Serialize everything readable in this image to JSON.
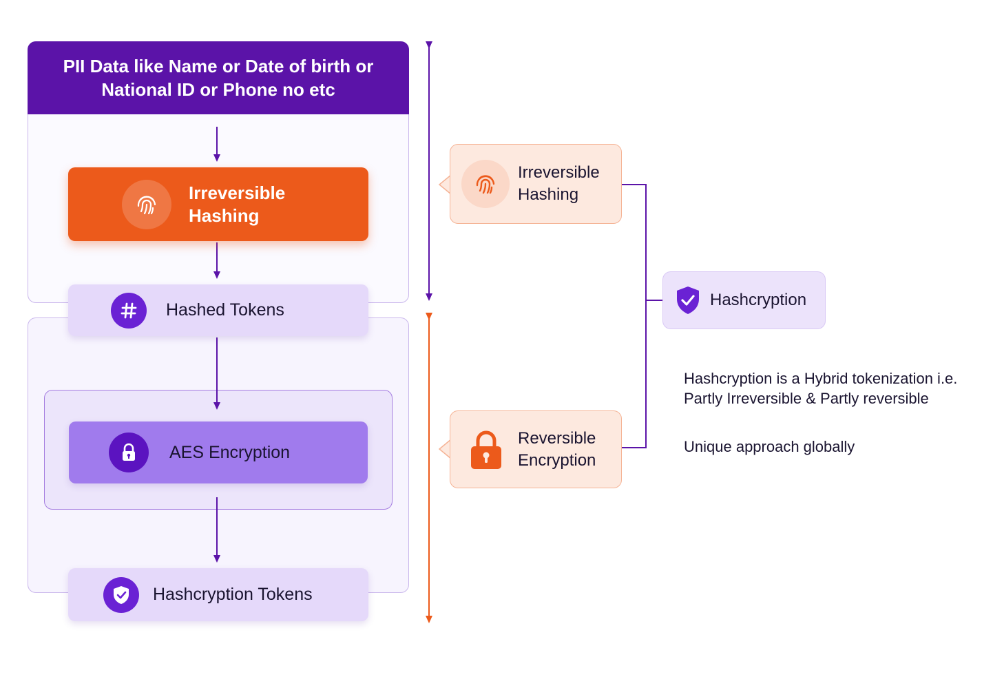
{
  "header": {
    "line1": "PII Data like Name or Date of birth or",
    "line2": "National ID or Phone no etc"
  },
  "flow": {
    "hashing": {
      "line1": "Irreversible",
      "line2": "Hashing",
      "icon": "fingerprint-icon"
    },
    "hashed_tokens": {
      "label": "Hashed Tokens",
      "icon": "hash-icon"
    },
    "aes": {
      "label": "AES Encryption",
      "icon": "lock-icon"
    },
    "final": {
      "label": "Hashcryption Tokens",
      "icon": "shield-check-icon"
    }
  },
  "side": {
    "irreversible": {
      "line1": "Irreversible",
      "line2": "Hashing",
      "icon": "fingerprint-icon"
    },
    "reversible": {
      "line1": "Reversible",
      "line2": "Encryption",
      "icon": "lock-icon"
    },
    "hashcryption": {
      "label": "Hashcryption",
      "icon": "shield-check-icon"
    }
  },
  "description": {
    "line1": "Hashcryption is a Hybrid tokenization i.e.",
    "line2": "Partly Irreversible & Partly reversible",
    "line3": "Unique approach globally"
  },
  "colors": {
    "purple_dark": "#5b13a8",
    "orange": "#ec5a1b",
    "lavender": "#e5d9fa",
    "violet": "#a07bed",
    "peach": "#fde9df"
  }
}
